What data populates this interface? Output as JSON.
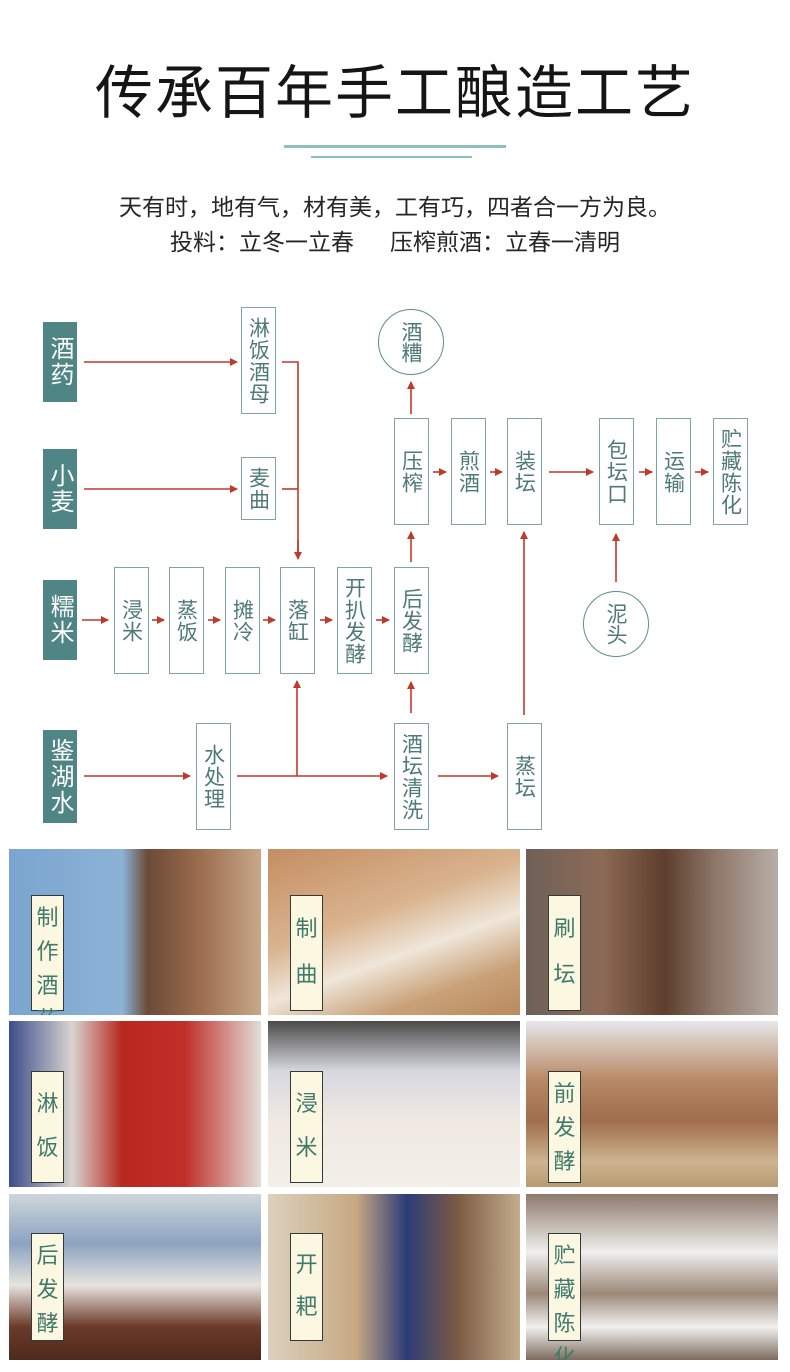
{
  "header": {
    "title": "传承百年手工酿造工艺",
    "accent_color": "#8ebfba",
    "slogan": "天有时，地有气，材有美，工有巧，四者合一方为良。",
    "season_feed": "投料：立冬一立春",
    "season_press": "压榨煎酒：立春一清明"
  },
  "flowchart": {
    "colors": {
      "source_fill": "#4f8584",
      "node_border": "#7fa6a4",
      "node_text": "#4e7a78",
      "arrow": "#c0392b"
    },
    "sources": {
      "jiuyao": "酒药",
      "xiaomai": "小麦",
      "nuomi": "糯米",
      "water": "鉴湖水"
    },
    "nodes": {
      "linfan_jiumu": "淋饭酒母",
      "maiqu": "麦曲",
      "jinmi": "浸米",
      "zhengfan": "蒸饭",
      "tanleng": "摊冷",
      "luogang": "落缸",
      "kaipa_fajiao": "开扒发酵",
      "hou_fajiao": "后发酵",
      "yazha": "压榨",
      "jianjiu": "煎酒",
      "zhuangtan": "装坛",
      "baotankou": "包坛口",
      "yunshu": "运输",
      "zhucang": "贮藏陈化",
      "shuichuli": "水处理",
      "jiutan_qingxi": "酒坛清洗",
      "zhengtan": "蒸坛"
    },
    "byproducts": {
      "jiuzao": "酒糟",
      "nitou": "泥头"
    }
  },
  "photos": [
    {
      "label": "制作酒药"
    },
    {
      "label": "制曲"
    },
    {
      "label": "刷坛"
    },
    {
      "label": "淋饭"
    },
    {
      "label": "浸米"
    },
    {
      "label": "前发酵"
    },
    {
      "label": "后发酵"
    },
    {
      "label": "开耙"
    },
    {
      "label": "贮藏陈化"
    }
  ]
}
